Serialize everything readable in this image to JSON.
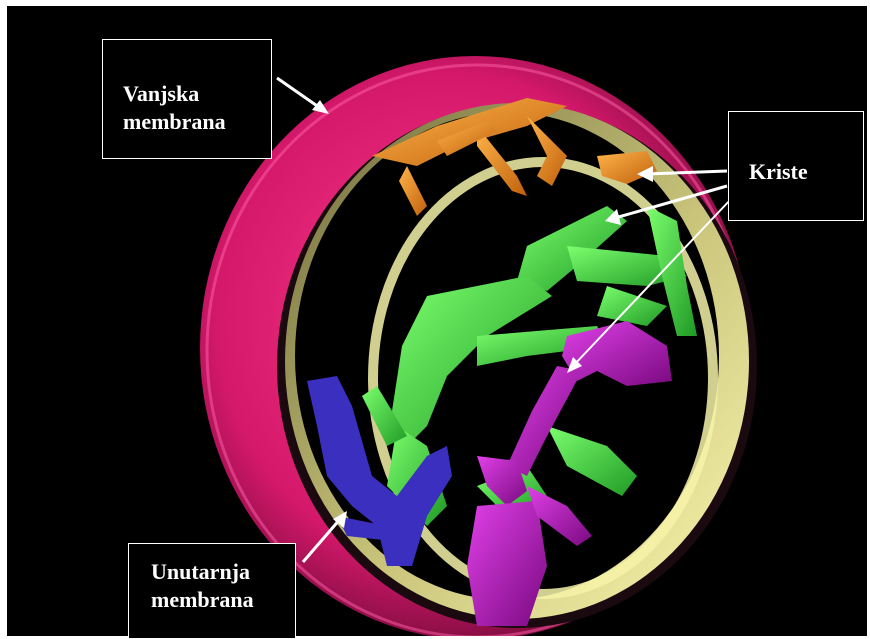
{
  "labels": {
    "outer_membrane": {
      "line1": "Vanjska",
      "line2": "membrana"
    },
    "cristae": {
      "line1": "Kriste"
    },
    "inner_membrane": {
      "line1": "Unutarnja",
      "line2": "membrana"
    }
  },
  "colors": {
    "background": "#000000",
    "outer_membrane": "#d4186a",
    "inner_membrane": "#e8e49a",
    "cristae_green": "#35d23a",
    "cristae_purple": "#b012b8",
    "cristae_blue": "#3b2fc0",
    "cristae_orange": "#e8861c",
    "arrow": "#ffffff"
  }
}
